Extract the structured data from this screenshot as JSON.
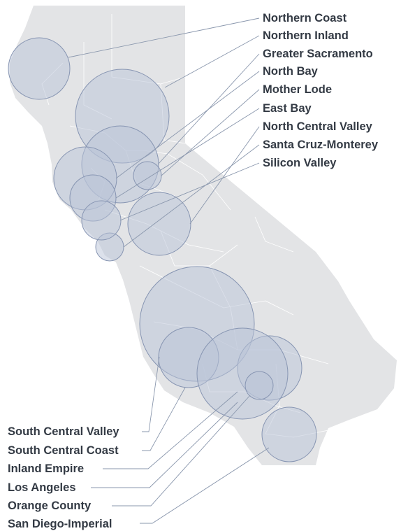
{
  "map": {
    "land_color": "#e3e4e6",
    "bubble_color": "#b9c3d8",
    "region_labels": {
      "northern_coast": "Northern Coast",
      "northern_inland": "Northern Inland",
      "greater_sacramento": "Greater Sacramento",
      "north_bay": "North Bay",
      "mother_lode": "Mother Lode",
      "east_bay": "East Bay",
      "north_central_valley": "North Central Valley",
      "santa_cruz_monterey": "Santa Cruz-Monterey",
      "silicon_valley": "Silicon Valley",
      "south_central_valley": "South Central Valley",
      "south_central_coast": "South Central Coast",
      "inland_empire": "Inland Empire",
      "los_angeles": "Los Angeles",
      "orange_county": "Orange County",
      "san_diego_imperial": "San Diego-Imperial"
    }
  }
}
